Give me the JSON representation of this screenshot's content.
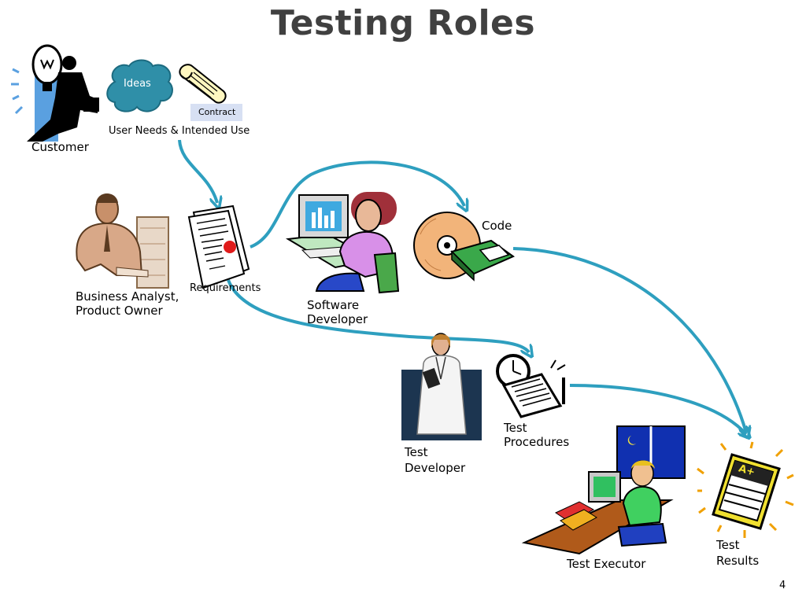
{
  "title": "Testing Roles",
  "page_number": "4",
  "labels": {
    "customer": "Customer",
    "ideas": "Ideas",
    "contract": "Contract",
    "user_needs": "User Needs & Intended Use",
    "business_analyst_line1": "Business Analyst,",
    "business_analyst_line2": "Product Owner",
    "requirements": "Requirements",
    "software_developer_line1": "Software",
    "software_developer_line2": "Developer",
    "code": "Code",
    "test_developer_line1": "Test",
    "test_developer_line2": "Developer",
    "test_procedures_line1": "Test",
    "test_procedures_line2": "Procedures",
    "test_executor": "Test Executor",
    "test_results_line1": "Test",
    "test_results_line2": "Results",
    "grade": "A+"
  },
  "colors": {
    "connector": "#2e9fbf",
    "title": "#404040",
    "cloud": "#2f8fa8",
    "seal": "#e01b1b"
  }
}
